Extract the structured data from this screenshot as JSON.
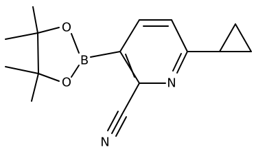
{
  "molecule": {
    "atom_labels": {
      "boron": "B",
      "oxygen_top": "O",
      "oxygen_bottom": "O",
      "pyridine_nitrogen": "N",
      "nitrile_nitrogen": "N"
    }
  },
  "colors": {
    "bond": "#000000",
    "label": "#000000",
    "background": "#ffffff"
  }
}
